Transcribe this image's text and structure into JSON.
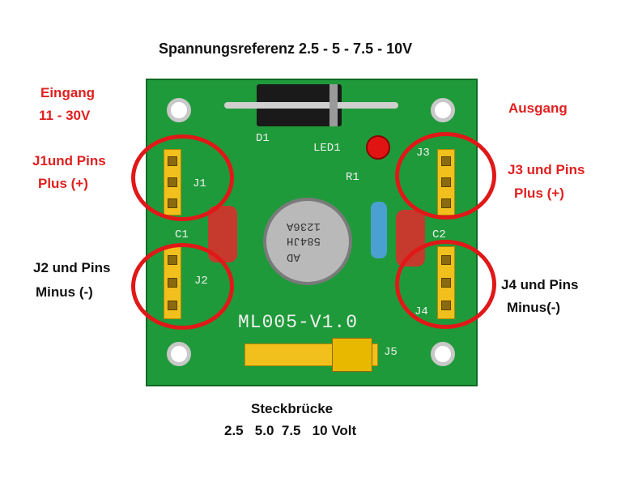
{
  "title": "Spannungsreferenz 2.5 - 5 - 7.5 - 10V",
  "input": {
    "line1": "Eingang",
    "line2": "11 - 30V"
  },
  "output": {
    "label": "Ausgang"
  },
  "j1": {
    "line1": "J1und Pins",
    "line2": "Plus (+)"
  },
  "j2": {
    "line1": "J2 und Pins",
    "line2": "Minus (-)"
  },
  "j3": {
    "line1": "J3 und Pins",
    "line2": "Plus (+)"
  },
  "j4": {
    "line1": "J4 und Pins",
    "line2": "Minus(-)"
  },
  "jumper": {
    "line1": "Steckbrücke",
    "line2": "2.5   5.0  7.5   10 Volt"
  },
  "board_silk": {
    "d1": "D1",
    "led": "LED1",
    "r1": "R1",
    "j1": "J1",
    "j2": "J2",
    "j3": "J3",
    "j4": "J4",
    "j5": "J5",
    "c1": "C1",
    "c2": "C2",
    "model": "ML005-V1.0",
    "chip_top": "1236A",
    "chip_bottom": "584JH",
    "chip_brand": "AD"
  },
  "colors": {
    "annotation_red": "#e02020",
    "pcb_green": "#1f9a3a",
    "header_yellow": "#f2c01d",
    "circle_red": "#e01818"
  }
}
